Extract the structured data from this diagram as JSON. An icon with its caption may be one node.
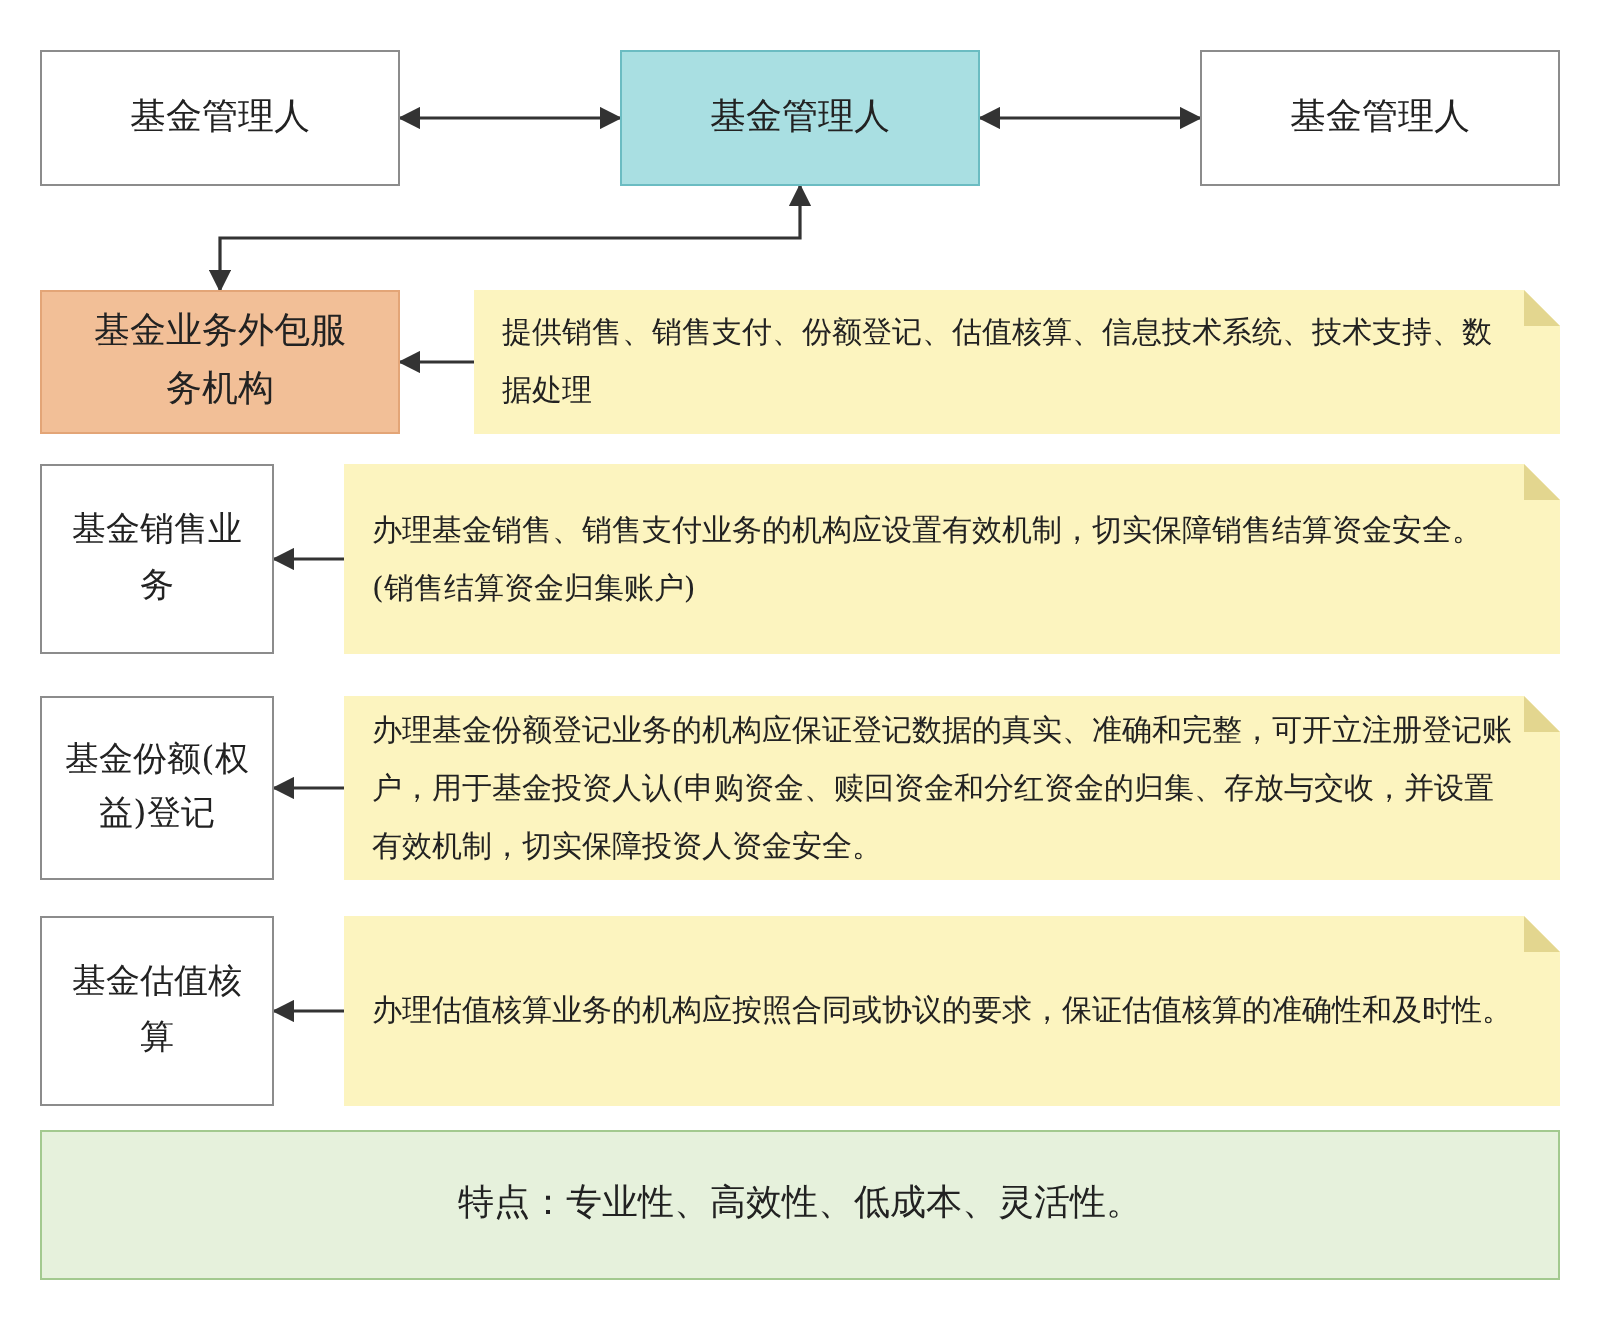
{
  "diagram": {
    "nodes": [
      {
        "text": [
          "基金管理人"
        ]
      },
      {
        "text": [
          "基金管理人"
        ]
      },
      {
        "text": [
          "基金管理人"
        ]
      },
      {
        "text": [
          "基金业务外包服务机构"
        ]
      },
      {
        "text": [
          "提供销售、销售支付、份额登记、估值核算、信息技术系统、技术支持、数据处理"
        ]
      },
      {
        "text": [
          "基金销售业务"
        ]
      },
      {
        "text": [
          "办理基金销售、销售支付业务的机构应设置有效机制，切实保障销售结算资金安全。(销售结算资金归集账户)"
        ]
      },
      {
        "text": [
          "基金份额(权益)登记"
        ]
      },
      {
        "text": [
          "办理基金份额登记业务的机构应保证登记数据的真实、准确和完整，可开立注册登记账户，用于基金投资人认(申购资金、赎回资金和分红资金的归集、存放与交收，并设置有效机制，切实保障投资人资金安全。"
        ]
      },
      {
        "text": [
          "基金估值核算"
        ]
      },
      {
        "text": [
          "办理估值核算业务的机构应按照合同或协议的要求，保证估值核算的准确性和及时性。"
        ]
      },
      {
        "text": [
          "特点：专业性、高效性、低成本、灵活性。"
        ]
      }
    ],
    "edges": [
      {
        "from": 0,
        "to": 1,
        "arrow": "both"
      },
      {
        "from": 1,
        "to": 2,
        "arrow": "both"
      },
      {
        "from": 1,
        "to": 3,
        "arrow": "both"
      },
      {
        "from": 4,
        "to": 3,
        "arrow": "to"
      },
      {
        "from": 6,
        "to": 5,
        "arrow": "to"
      },
      {
        "from": 8,
        "to": 7,
        "arrow": "to"
      },
      {
        "from": 10,
        "to": 9,
        "arrow": "to"
      }
    ]
  }
}
